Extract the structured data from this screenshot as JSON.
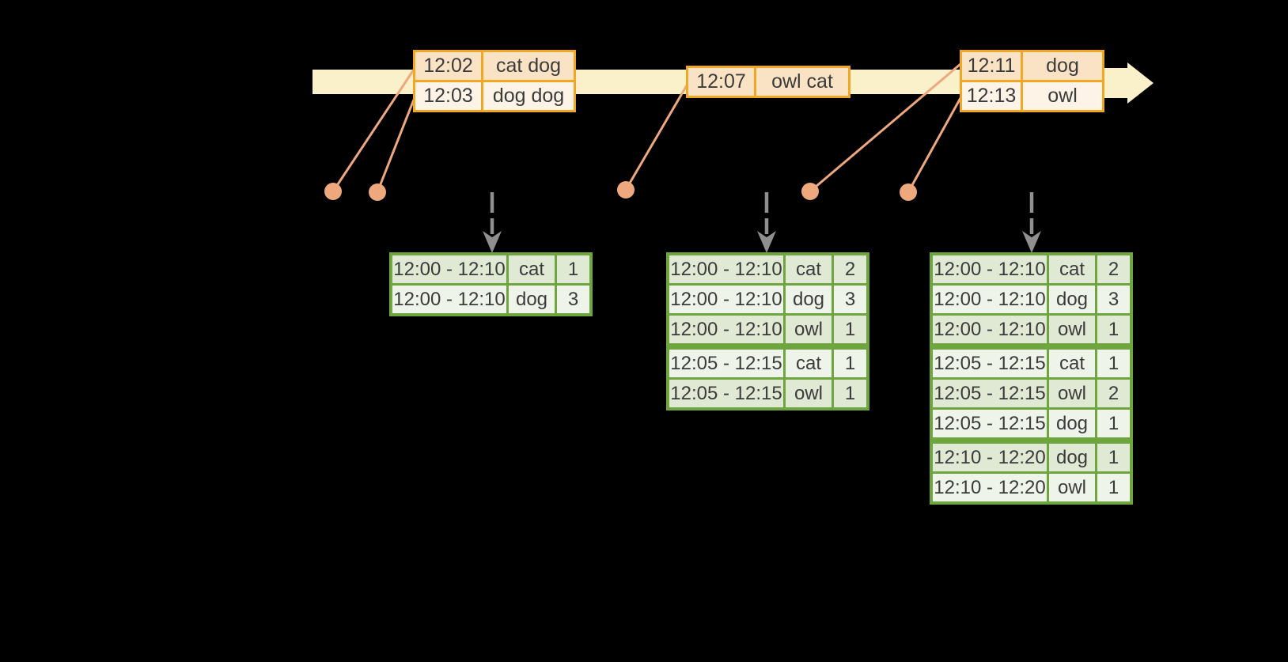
{
  "colors": {
    "background": "#000000",
    "timeline_band": "#faf0ca",
    "event_table_border": "#efa724",
    "event_row_dark": "#fae3c4",
    "event_row_light": "#fdf3e6",
    "connector": "#eda87d",
    "trigger_arrow": "#8f8f8f",
    "result_table_border": "#6ea53f",
    "result_row_dark": "#dfe9d3",
    "result_row_light": "#eff4ea",
    "text": "#3b3b3b"
  },
  "event_stream": {
    "tables": [
      {
        "name": "event-table-1202",
        "rows": [
          {
            "time": "12:02",
            "words": "cat dog"
          },
          {
            "time": "12:03",
            "words": "dog dog"
          }
        ]
      },
      {
        "name": "event-table-1207",
        "rows": [
          {
            "time": "12:07",
            "words": "owl cat"
          }
        ]
      },
      {
        "name": "event-table-1211",
        "rows": [
          {
            "time": "12:11",
            "words": "dog"
          },
          {
            "time": "12:13",
            "words": "owl"
          }
        ]
      }
    ]
  },
  "result_tables": [
    {
      "name": "result-table-1",
      "group_breaks": [],
      "rows": [
        {
          "window": "12:00 - 12:10",
          "word": "cat",
          "count": "1"
        },
        {
          "window": "12:00 - 12:10",
          "word": "dog",
          "count": "3"
        }
      ]
    },
    {
      "name": "result-table-2",
      "group_breaks": [
        3
      ],
      "rows": [
        {
          "window": "12:00 - 12:10",
          "word": "cat",
          "count": "2"
        },
        {
          "window": "12:00 - 12:10",
          "word": "dog",
          "count": "3"
        },
        {
          "window": "12:00 - 12:10",
          "word": "owl",
          "count": "1"
        },
        {
          "window": "12:05 - 12:15",
          "word": "cat",
          "count": "1"
        },
        {
          "window": "12:05 - 12:15",
          "word": "owl",
          "count": "1"
        }
      ]
    },
    {
      "name": "result-table-3",
      "group_breaks": [
        3,
        6
      ],
      "rows": [
        {
          "window": "12:00 - 12:10",
          "word": "cat",
          "count": "2"
        },
        {
          "window": "12:00 - 12:10",
          "word": "dog",
          "count": "3"
        },
        {
          "window": "12:00 - 12:10",
          "word": "owl",
          "count": "1"
        },
        {
          "window": "12:05 - 12:15",
          "word": "cat",
          "count": "1"
        },
        {
          "window": "12:05 - 12:15",
          "word": "owl",
          "count": "2"
        },
        {
          "window": "12:05 - 12:15",
          "word": "dog",
          "count": "1"
        },
        {
          "window": "12:10 - 12:20",
          "word": "dog",
          "count": "1"
        },
        {
          "window": "12:10 - 12:20",
          "word": "owl",
          "count": "1"
        }
      ]
    }
  ]
}
